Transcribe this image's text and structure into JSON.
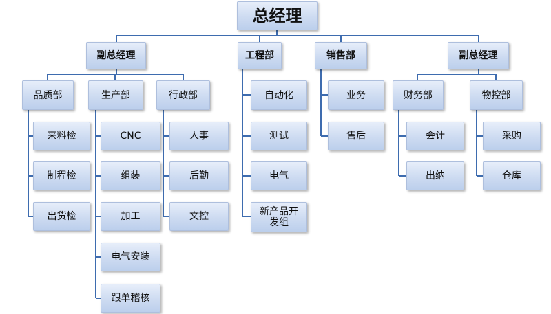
{
  "colors": {
    "line": "#3e6caf",
    "box_top": "#e7eefa",
    "box_bottom": "#bccfec"
  },
  "org": {
    "ceo": "总经理",
    "vp_left": "副总经理",
    "engineering": "工程部",
    "sales": "销售部",
    "vp_right": "副总经理",
    "quality": "品质部",
    "production": "生产部",
    "admin": "行政部",
    "finance": "财务部",
    "material_control": "物控部",
    "incoming_inspection": "来料检",
    "process_inspection": "制程检",
    "outgoing_inspection": "出货检",
    "cnc": "CNC",
    "assembly": "组装",
    "machining": "加工",
    "electrical_install": "电气安装",
    "follow_up_audit": "跟单稽核",
    "hr": "人事",
    "logistics": "后勤",
    "document_control": "文控",
    "automation": "自动化",
    "testing": "测试",
    "electrical": "电气",
    "npd": "新产品开发组",
    "business": "业务",
    "after_sales": "售后",
    "accounting": "会计",
    "cashier": "出纳",
    "purchasing": "采购",
    "warehouse": "仓库"
  }
}
